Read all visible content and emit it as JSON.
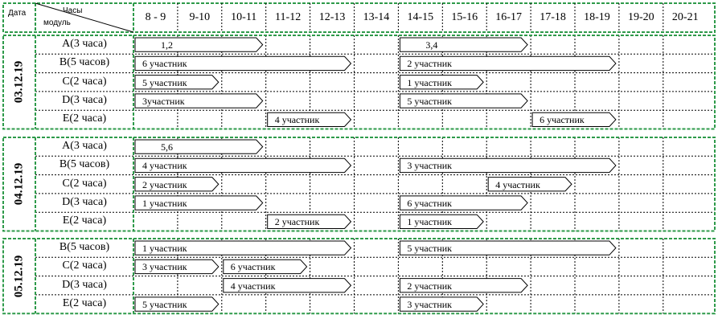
{
  "header": {
    "date_label": "Дата",
    "hours_label": "Часы",
    "module_label": "модуль",
    "hours": [
      "8 - 9",
      "9-10",
      "10-11",
      "11-12",
      "12-13",
      "13-14",
      "14-15",
      "15-16",
      "16-17",
      "17-18",
      "18-19",
      "19-20",
      "20-21"
    ]
  },
  "days": [
    {
      "date": "03.12.19",
      "rows": [
        {
          "module": "A(3 часа)",
          "tasks": [
            {
              "start": 0,
              "end": 3,
              "label": "1,2"
            },
            {
              "start": 6,
              "end": 9,
              "label": "3,4"
            }
          ]
        },
        {
          "module": "B(5 часов)",
          "tasks": [
            {
              "start": 0,
              "end": 5,
              "label": "6 участник"
            },
            {
              "start": 6,
              "end": 11,
              "label": "2 участник"
            }
          ]
        },
        {
          "module": "C(2 часа)",
          "tasks": [
            {
              "start": 0,
              "end": 2,
              "label": "5 участник"
            },
            {
              "start": 6,
              "end": 8,
              "label": "1 участник"
            }
          ]
        },
        {
          "module": "D(3 часа)",
          "tasks": [
            {
              "start": 0,
              "end": 3,
              "label": "3участник"
            },
            {
              "start": 6,
              "end": 9,
              "label": "5 участник"
            }
          ]
        },
        {
          "module": "E(2 часа)",
          "tasks": [
            {
              "start": 3,
              "end": 5,
              "label": "4 участник"
            },
            {
              "start": 9,
              "end": 11,
              "label": "6 участник"
            }
          ]
        }
      ]
    },
    {
      "date": "04.12.19",
      "rows": [
        {
          "module": "A(3 часа)",
          "tasks": [
            {
              "start": 0,
              "end": 3,
              "label": "5,6"
            }
          ]
        },
        {
          "module": "B(5 часов)",
          "tasks": [
            {
              "start": 0,
              "end": 5,
              "label": "4 участник"
            },
            {
              "start": 6,
              "end": 11,
              "label": "3 участник"
            }
          ]
        },
        {
          "module": "C(2 часа)",
          "tasks": [
            {
              "start": 0,
              "end": 2,
              "label": "2 участник"
            },
            {
              "start": 8,
              "end": 10,
              "label": "4 участник"
            }
          ]
        },
        {
          "module": "D(3 часа)",
          "tasks": [
            {
              "start": 0,
              "end": 3,
              "label": "1 участник"
            },
            {
              "start": 6,
              "end": 9,
              "label": "6 участник"
            }
          ]
        },
        {
          "module": "E(2 часа)",
          "tasks": [
            {
              "start": 3,
              "end": 5,
              "label": "2 участник"
            },
            {
              "start": 6,
              "end": 8,
              "label": "1 участник"
            }
          ]
        }
      ]
    },
    {
      "date": "05.12.19",
      "rows": [
        {
          "module": "B(5 часов)",
          "tasks": [
            {
              "start": 0,
              "end": 5,
              "label": "1 участник"
            },
            {
              "start": 6,
              "end": 11,
              "label": "5 участник"
            }
          ]
        },
        {
          "module": "C(2 часа)",
          "tasks": [
            {
              "start": 0,
              "end": 2,
              "label": "3 участник"
            },
            {
              "start": 2,
              "end": 4,
              "label": "6 участник"
            }
          ]
        },
        {
          "module": "D(3 часа)",
          "tasks": [
            {
              "start": 2,
              "end": 5,
              "label": "4 участник"
            },
            {
              "start": 6,
              "end": 9,
              "label": "2 участник"
            }
          ]
        },
        {
          "module": "E(2 часа)",
          "tasks": [
            {
              "start": 0,
              "end": 2,
              "label": "5 участник"
            },
            {
              "start": 6,
              "end": 8,
              "label": "3 участник"
            }
          ]
        }
      ]
    }
  ],
  "colors": {
    "frame": "#2e9a4a",
    "grid": "#000000",
    "arrow_fill": "#ffffff",
    "arrow_stroke": "#000000"
  }
}
